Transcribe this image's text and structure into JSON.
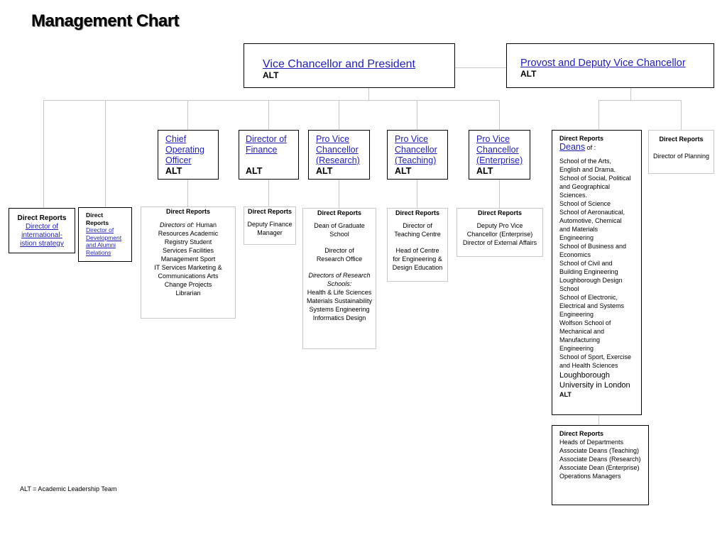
{
  "title": "Management Chart",
  "vc": {
    "name": "Vice Chancellor and President",
    "tag": "ALT"
  },
  "provost": {
    "name": "Provost and Deputy Vice Chancellor",
    "tag": "ALT"
  },
  "coo": {
    "name1": "Chief",
    "name2": "Operating",
    "name3": "Officer",
    "tag": "ALT"
  },
  "dof": {
    "name1": "Director of",
    "name2": "Finance",
    "tag": "ALT"
  },
  "pvc_research": {
    "name1": "Pro Vice",
    "name2": "Chancellor",
    "name3": "(Research)",
    "tag": "ALT"
  },
  "pvc_teaching": {
    "name1": "Pro Vice",
    "name2": "Chancellor",
    "name3": "(Teaching)",
    "tag": "ALT"
  },
  "pvc_enterprise": {
    "name1": "Pro Vice",
    "name2": "Chancellor",
    "name3": "(Enterprise)",
    "tag": "ALT"
  },
  "vc_direct": {
    "heading": "Direct Reports",
    "lines": [
      "Director of",
      "international-",
      "istion strategy"
    ]
  },
  "dev_direct": {
    "heading1": "Direct",
    "heading2": "Reports",
    "lines": [
      "Director of",
      "Development",
      "and Alumni",
      "Relations"
    ]
  },
  "coo_direct": {
    "heading": "Direct Reports",
    "lead_italic": "Directors of:",
    "lead_rest": " Human",
    "lines": [
      "Resources Academic",
      "Registry Student",
      "Services Facilities",
      "Management Sport",
      "IT Services Marketing &",
      "Communications Arts",
      "Change Projects",
      "Librarian"
    ]
  },
  "dof_direct": {
    "heading": "Direct Reports",
    "lines": [
      "Deputy Finance",
      "Manager"
    ]
  },
  "research_direct": {
    "heading": "Direct Reports",
    "lines1": [
      "Dean of Graduate",
      "School"
    ],
    "lines2": [
      "Director of",
      "Research Office"
    ],
    "italic": [
      "Directors of Research",
      "Schools:"
    ],
    "lines3": [
      "Health & Life Sciences",
      "Materials Sustainability",
      "Systems Engineering",
      "Informatics Design"
    ]
  },
  "teaching_direct": {
    "heading": "Direct Reports",
    "lines1": [
      "Director of",
      "Teaching Centre"
    ],
    "lines2": [
      "Head of Centre",
      "for Engineering &",
      "Design Education"
    ]
  },
  "enterprise_direct": {
    "heading": "Direct Reports",
    "lines": [
      "Deputy Pro Vice",
      "Chancellor (Enterprise)",
      "Director of External Affairs"
    ]
  },
  "provost_direct": {
    "heading": "Direct Reports",
    "deans": "Deans",
    "deans_of": " of :",
    "lines": [
      "School of the Arts,",
      "English and Drama.",
      "School of Social, Political",
      "and Geographical",
      "Sciences.",
      "School of Science",
      "School of Aeronautical,",
      "Automotive, Chemical",
      "and Materials",
      "Engineering",
      "School of Business and",
      "Economics",
      "School of Civil and",
      "Building Engineering",
      "Loughborough Design",
      "School",
      "School of Electronic,",
      "Electrical and Systems",
      "Engineering",
      "Wolfson School of",
      "Mechanical and",
      "Manufacturing",
      "Engineering",
      "School of Sport, Exercise",
      "and Health Sciences"
    ],
    "london1": "Loughborough",
    "london2": "University in London",
    "tag": "ALT"
  },
  "planning": {
    "heading": "Direct Reports",
    "line": "Director of Planning"
  },
  "heads": {
    "heading": "Direct Reports",
    "lines": [
      "Heads of Departments",
      "Associate Deans (Teaching)",
      "Associate Deans (Research)",
      "Associate Dean (Enterprise)",
      "Operations Managers"
    ]
  },
  "footnote": "ALT = Academic Leadership Team"
}
